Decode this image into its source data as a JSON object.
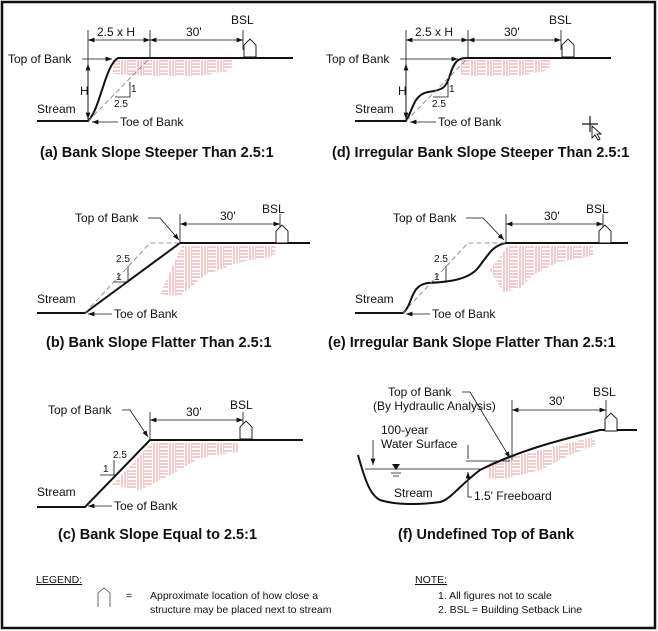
{
  "labels": {
    "top_of_bank": "Top of Bank",
    "toe_of_bank": "Toe of Bank",
    "stream": "Stream",
    "bsl": "BSL",
    "setback": "30'",
    "h": "H",
    "two_five_h": "2.5 x H",
    "run": "2.5",
    "rise": "1"
  },
  "panels": {
    "a": {
      "title": "(a) Bank Slope Steeper Than 2.5:1"
    },
    "b": {
      "title": "(b) Bank Slope Flatter Than 2.5:1"
    },
    "c": {
      "title": "(c) Bank Slope Equal to 2.5:1"
    },
    "d": {
      "title": "(d) Irregular Bank Slope Steeper Than 2.5:1"
    },
    "e": {
      "title": "(e) Irregular Bank Slope Flatter Than 2.5:1"
    },
    "f": {
      "title": "(f) Undefined Top of Bank",
      "top_of_bank": "Top of Bank",
      "hydraulic": "(By Hydraulic Analysis)",
      "water_1": "100-year",
      "water_2": "Water Surface",
      "freeboard": "1.5' Freeboard"
    }
  },
  "legend": {
    "heading": "LEGEND:",
    "equals": "=",
    "desc_1": "Approximate location of how close a",
    "desc_2": "structure may be placed next to stream"
  },
  "note": {
    "heading": "NOTE:",
    "items": [
      "1. All figures not to scale",
      "2. BSL = Building Setback Line"
    ]
  },
  "colors": {
    "hatch": "#e07a7a",
    "line": "#111111"
  }
}
